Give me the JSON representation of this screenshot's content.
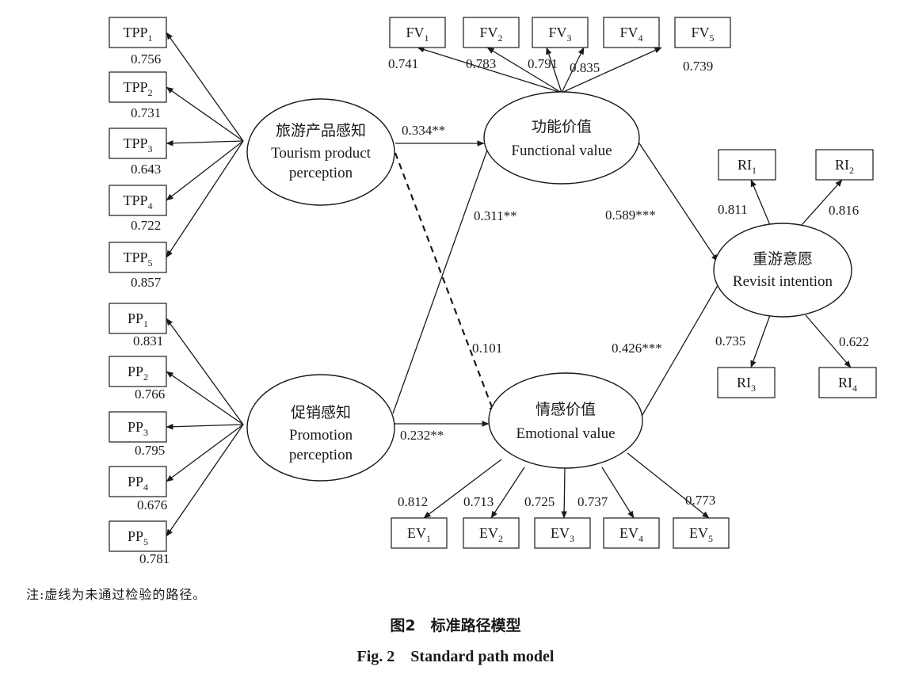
{
  "latents": {
    "tpp": {
      "cn": "旅游产品感知",
      "en1": "Tourism product",
      "en2": "perception"
    },
    "pp": {
      "cn": "促销感知",
      "en1": "Promotion",
      "en2": "perception"
    },
    "fv": {
      "cn": "功能价值",
      "en1": "Functional value",
      "en2": ""
    },
    "ev": {
      "cn": "情感价值",
      "en1": "Emotional value",
      "en2": ""
    },
    "ri": {
      "cn": "重游意愿",
      "en1": "Revisit intention",
      "en2": ""
    }
  },
  "indicators": {
    "tpp": [
      {
        "base": "TPP",
        "sub": "1",
        "loading": "0.756"
      },
      {
        "base": "TPP",
        "sub": "2",
        "loading": "0.731"
      },
      {
        "base": "TPP",
        "sub": "3",
        "loading": "0.643"
      },
      {
        "base": "TPP",
        "sub": "4",
        "loading": "0.722"
      },
      {
        "base": "TPP",
        "sub": "5",
        "loading": "0.857"
      }
    ],
    "pp": [
      {
        "base": "PP",
        "sub": "1",
        "loading": "0.831"
      },
      {
        "base": "PP",
        "sub": "2",
        "loading": "0.766"
      },
      {
        "base": "PP",
        "sub": "3",
        "loading": "0.795"
      },
      {
        "base": "PP",
        "sub": "4",
        "loading": "0.676"
      },
      {
        "base": "PP",
        "sub": "5",
        "loading": "0.781"
      }
    ],
    "fv": [
      {
        "base": "FV",
        "sub": "1",
        "loading": "0.741"
      },
      {
        "base": "FV",
        "sub": "2",
        "loading": "0.783"
      },
      {
        "base": "FV",
        "sub": "3",
        "loading": "0.791"
      },
      {
        "base": "FV",
        "sub": "4",
        "loading": "0.835"
      },
      {
        "base": "FV",
        "sub": "5",
        "loading": "0.739"
      }
    ],
    "ev": [
      {
        "base": "EV",
        "sub": "1",
        "loading": "0.812"
      },
      {
        "base": "EV",
        "sub": "2",
        "loading": "0.713"
      },
      {
        "base": "EV",
        "sub": "3",
        "loading": "0.725"
      },
      {
        "base": "EV",
        "sub": "4",
        "loading": "0.737"
      },
      {
        "base": "EV",
        "sub": "5",
        "loading": "0.773"
      }
    ],
    "ri": [
      {
        "base": "RI",
        "sub": "1",
        "loading": "0.811"
      },
      {
        "base": "RI",
        "sub": "2",
        "loading": "0.816"
      },
      {
        "base": "RI",
        "sub": "3",
        "loading": "0.735"
      },
      {
        "base": "RI",
        "sub": "4",
        "loading": "0.622"
      }
    ]
  },
  "paths": [
    {
      "from": "tpp",
      "to": "fv",
      "coef": "0.334**",
      "significant": true
    },
    {
      "from": "pp",
      "to": "fv",
      "coef": "0.311**",
      "significant": true
    },
    {
      "from": "tpp",
      "to": "ev",
      "coef": "0.101",
      "significant": false
    },
    {
      "from": "pp",
      "to": "ev",
      "coef": "0.232**",
      "significant": true
    },
    {
      "from": "fv",
      "to": "ri",
      "coef": "0.589***",
      "significant": true
    },
    {
      "from": "ev",
      "to": "ri",
      "coef": "0.426***",
      "significant": true
    }
  ],
  "note": "注:虚线为未通过检验的路径。",
  "caption": {
    "cn": "图2　标准路径模型",
    "en": "Fig. 2　Standard path model"
  }
}
